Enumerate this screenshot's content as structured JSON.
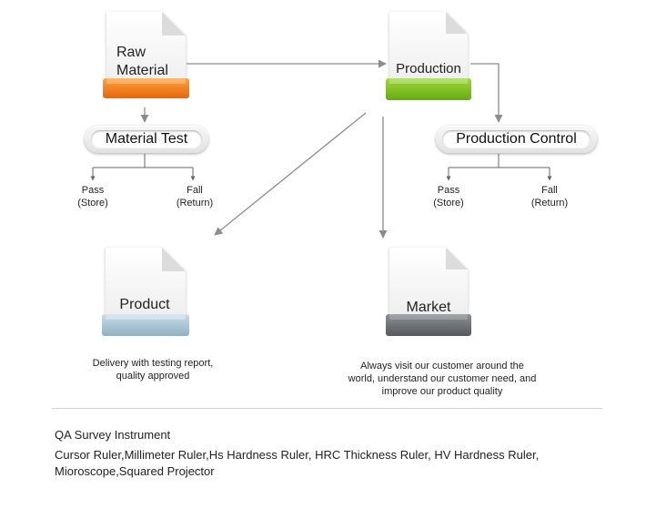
{
  "nodes": {
    "raw_material": {
      "line1": "Raw",
      "line2": "Material",
      "color": "#f47a12"
    },
    "production": {
      "label": "Production",
      "color": "#7dbf1e"
    },
    "product": {
      "label": "Product",
      "color": "#a9c4d3"
    },
    "market": {
      "label": "Market",
      "color": "#6f7479"
    }
  },
  "material_test": {
    "label": "Material Test",
    "pass": {
      "line1": "Pass",
      "line2": "(Store)"
    },
    "fail": {
      "line1": "Fall",
      "line2": "(Return)"
    }
  },
  "production_control": {
    "label": "Production Control",
    "pass": {
      "line1": "Pass",
      "line2": "(Store)"
    },
    "fail": {
      "line1": "Fall",
      "line2": "(Return)"
    }
  },
  "product_desc": {
    "line1": "Delivery with testing report,",
    "line2": "quality approved"
  },
  "market_desc": {
    "line1": "Always visit our customer around the",
    "line2": "world, understand our customer need, and",
    "line3": "improve our product quality"
  },
  "qa": {
    "title": "QA Survey Instrument",
    "line1": "Cursor Ruler,Millimeter Ruler,Hs Hardness Ruler, HRC Thickness Ruler, HV Hardness Ruler,",
    "line2": "Mioroscope,Squared Projector"
  },
  "colors": {
    "arrow": "#8c8c8c",
    "connector": "#666666"
  }
}
